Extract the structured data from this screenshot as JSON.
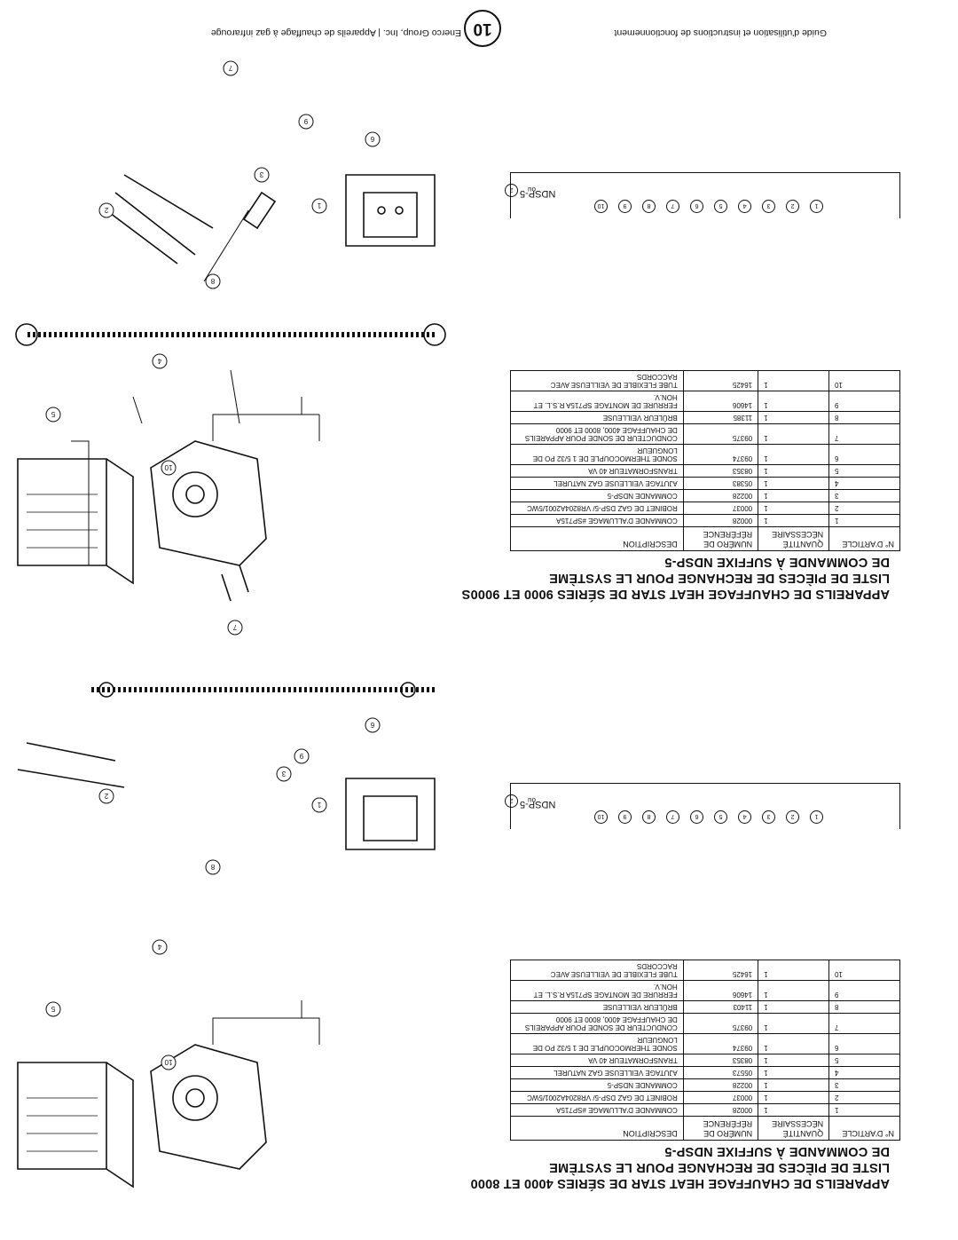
{
  "footer": {
    "company": "Enerco Group, Inc. | Appareils de chauffage à gaz infrarouge",
    "page_number": "10",
    "guide": "Guide d'utilisation et instructions de fonctionnement"
  },
  "sections": [
    {
      "heading": [
        "APPAREILS DE CHAUFFAGE HEAT STAR DE SÉRIES 9000 ET 9000S",
        "LISTE DE PIÈCES DE RECHANGE POUR LE SYSTÈME",
        "DE COMMANDE À SUFFIXE NDSP-5"
      ],
      "columns": {
        "item": "N° D'ARTICLE",
        "qty": "QUANTITÉ NÉCESSAIRE",
        "num": "NUMÉRO DE RÉFÉRENCE",
        "desc": "DESCRIPTION"
      },
      "rows": [
        {
          "item": "1",
          "qty": "1",
          "num": "00028",
          "desc": "COMMANDE D'ALLUMAGE #SP715A"
        },
        {
          "item": "2",
          "qty": "1",
          "num": "00037",
          "desc": "ROBINET DE GAZ DSP-5/ VR8204A2001/5WC"
        },
        {
          "item": "3",
          "qty": "1",
          "num": "00228",
          "desc": "COMMANDE NDSP-5"
        },
        {
          "item": "4",
          "qty": "1",
          "num": "05383",
          "desc": "AJUTAGE VEILLEUSE GAZ NATUREL"
        },
        {
          "item": "5",
          "qty": "1",
          "num": "08353",
          "desc": "TRANSFORMATEUR 40 VA"
        },
        {
          "item": "6",
          "qty": "1",
          "num": "09374",
          "desc": "SONDE THERMOCOUPLE DE 1 5/32 PO DE LONGUEUR"
        },
        {
          "item": "7",
          "qty": "1",
          "num": "09375",
          "desc": "CONDUCTEUR DE SONDE POUR APPAREILS DE CHAUFFAGE 4000, 8000 ET 9000"
        },
        {
          "item": "8",
          "qty": "1",
          "num": "11385",
          "desc": "BRÛLEUR VEILLEUSE"
        },
        {
          "item": "9",
          "qty": "1",
          "num": "14606",
          "desc": "FERRURE DE MONTAGE SP715A R.S.L. ET HON.V."
        },
        {
          "item": "10",
          "qty": "1",
          "num": "16425",
          "desc": "TUBE FLEXIBLE DE VEILLEUSE AVEC RACCORDS"
        }
      ],
      "ndsp": {
        "label": "NDSP-5",
        "circles": [
          "1",
          "2",
          "3",
          "4",
          "5",
          "6",
          "7",
          "8",
          "9",
          "10"
        ],
        "or": "ou",
        "alt": "2"
      }
    },
    {
      "heading": [
        "APPAREILS DE CHAUFFAGE HEAT STAR DE SÉRIES 4000 ET 8000",
        "LISTE DE PIÈCES DE RECHANGE POUR LE SYSTÈME",
        "DE COMMANDE À SUFFIXE NDSP-5"
      ],
      "columns": {
        "item": "N° D'ARTICLE",
        "qty": "QUANTITÉ NÉCESSAIRE",
        "num": "NUMÉRO DE RÉFÉRENCE",
        "desc": "DESCRIPTION"
      },
      "rows": [
        {
          "item": "1",
          "qty": "1",
          "num": "00028",
          "desc": "COMMANDE D'ALLUMAGE #SP715A"
        },
        {
          "item": "2",
          "qty": "1",
          "num": "00037",
          "desc": "ROBINET DE GAZ DSP-5/ VR8204A2001/5WC"
        },
        {
          "item": "3",
          "qty": "1",
          "num": "00228",
          "desc": "COMMANDE NDSP-5"
        },
        {
          "item": "4",
          "qty": "1",
          "num": "05573",
          "desc": "AJUTAGE VEILLEUSE GAZ NATUREL"
        },
        {
          "item": "5",
          "qty": "1",
          "num": "08353",
          "desc": "TRANSFORMATEUR 40 VA"
        },
        {
          "item": "6",
          "qty": "1",
          "num": "09374",
          "desc": "SONDE THERMOCOUPLE DE 1 5/32 PO DE LONGUEUR"
        },
        {
          "item": "7",
          "qty": "1",
          "num": "09375",
          "desc": "CONDUCTEUR DE SONDE POUR APPAREILS DE CHAUFFAGE 4000, 8000 ET 9000"
        },
        {
          "item": "8",
          "qty": "1",
          "num": "11403",
          "desc": "BRÛLEUR VEILLEUSE"
        },
        {
          "item": "9",
          "qty": "1",
          "num": "14606",
          "desc": "FERRURE DE MONTAGE SP715A R.S.L. ET HON.V."
        },
        {
          "item": "10",
          "qty": "1",
          "num": "16425",
          "desc": "TUBE FLEXIBLE DE VEILLEUSE AVEC RACCORDS"
        }
      ],
      "ndsp": {
        "label": "NDSP-5",
        "circles": [
          "1",
          "2",
          "3",
          "4",
          "5",
          "6",
          "7",
          "8",
          "9",
          "10"
        ],
        "or": "ou",
        "alt": "2"
      }
    }
  ],
  "callouts": {
    "top": [
      "1",
      "2",
      "3",
      "4",
      "5",
      "6",
      "7",
      "8",
      "9",
      "10"
    ],
    "bottom": [
      "1",
      "2",
      "3",
      "4",
      "5",
      "6",
      "7",
      "8",
      "9",
      "10"
    ]
  }
}
